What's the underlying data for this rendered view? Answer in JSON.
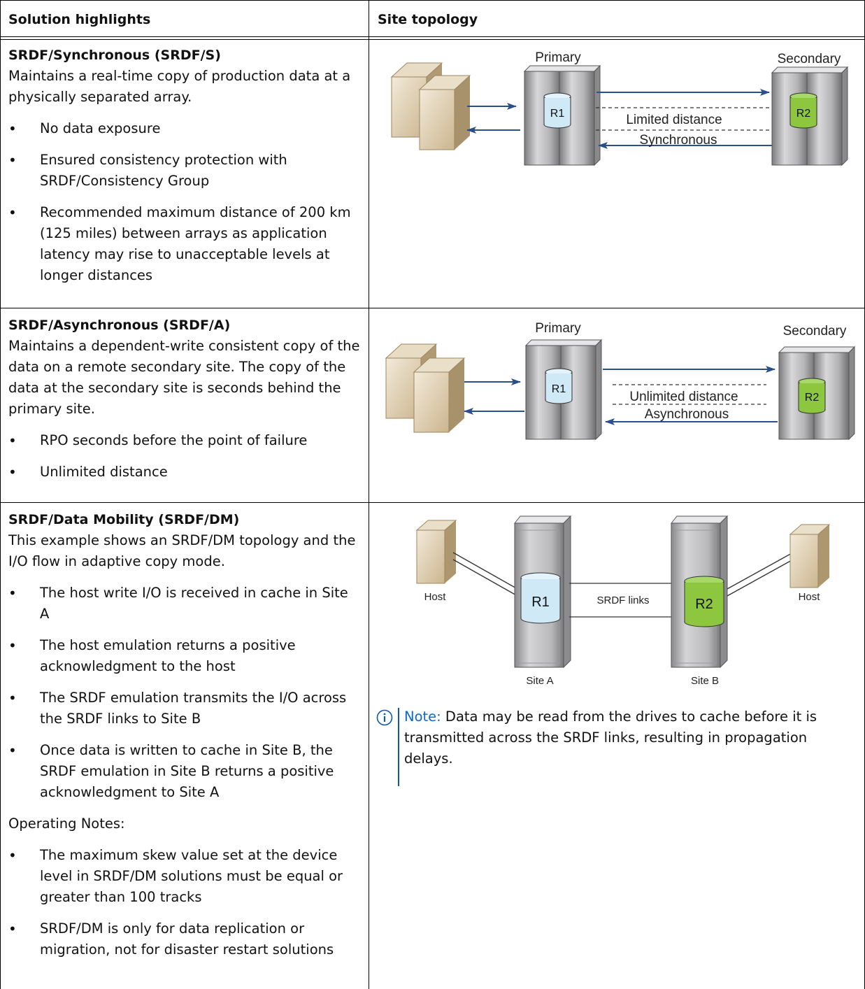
{
  "header": {
    "col1": "Solution highlights",
    "col2": "Site topology"
  },
  "rows": [
    {
      "title": "SRDF/Synchronous (SRDF/S)",
      "desc": "Maintains a real-time copy of production data at a physically separated array.",
      "bullets": [
        "No data exposure",
        "Ensured consistency protection with SRDF/Consistency Group",
        "Recommended maximum distance of 200 km (125 miles) between arrays as application latency may rise to unacceptable levels at longer distances"
      ],
      "diagram": {
        "primary": "Primary",
        "secondary": "Secondary",
        "r1": "R1",
        "r2": "R2",
        "distance": "Limited distance",
        "mode": "Synchronous"
      }
    },
    {
      "title": "SRDF/Asynchronous (SRDF/A)",
      "desc": "Maintains a dependent-write consistent copy of the data on a remote secondary site. The copy of the data at the secondary site is seconds behind the primary site.",
      "bullets": [
        "RPO seconds before the point of failure",
        "Unlimited distance"
      ],
      "diagram": {
        "primary": "Primary",
        "secondary": "Secondary",
        "r1": "R1",
        "r2": "R2",
        "distance": "Unlimited distance",
        "mode": "Asynchronous"
      }
    },
    {
      "title": "SRDF/Data Mobility (SRDF/DM)",
      "desc": "This example shows an SRDF/DM topology and the I/O flow in adaptive copy mode.",
      "bullets": [
        "The host write I/O is received in cache in Site A",
        "The host emulation returns a positive acknowledgment to the host",
        "The SRDF emulation transmits the I/O across the SRDF links to Site B",
        "Once data is written to cache in Site B, the SRDF emulation in Site B returns a positive acknowledgment to Site A"
      ],
      "operating_notes_label": "Operating Notes:",
      "operating_bullets": [
        "The maximum skew value set at the device level in SRDF/DM solutions must be equal or greater than 100 tracks",
        "SRDF/DM is only for data replication or migration, not for disaster restart solutions"
      ],
      "diagram": {
        "host_left": "Host",
        "host_right": "Host",
        "r1": "R1",
        "r2": "R2",
        "links": "SRDF links",
        "site_a": "Site A",
        "site_b": "Site B"
      },
      "note": {
        "icon": "info-icon",
        "label": "Note:",
        "text": " Data may be read from the drives to cache before it is transmitted across the SRDF links, resulting in propagation delays."
      }
    }
  ],
  "colors": {
    "r1_fill": "#cfe9f7",
    "r2_fill": "#8dc63f",
    "arrow": "#2a4f8a",
    "note_accent": "#0b69c7"
  }
}
